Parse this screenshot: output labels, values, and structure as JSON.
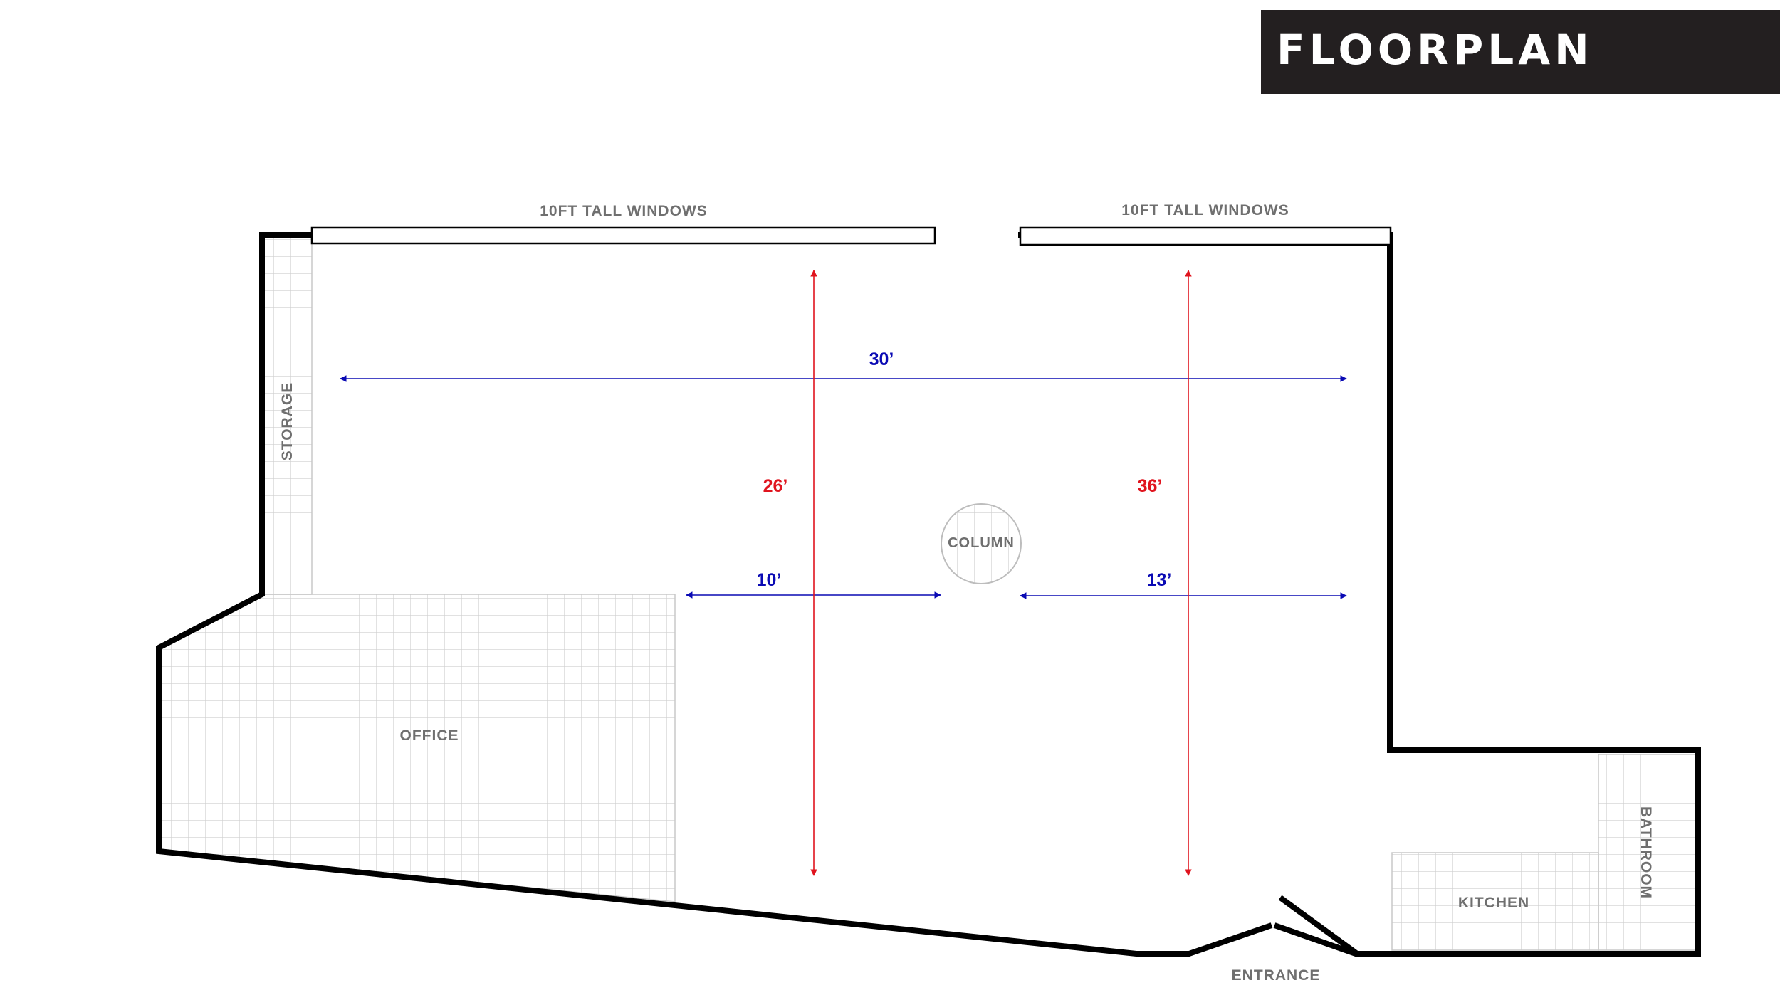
{
  "header": {
    "title": "FLOORPLAN"
  },
  "labels": {
    "window_left": "10FT TALL WINDOWS",
    "window_right": "10FT TALL WINDOWS",
    "storage": "STORAGE",
    "office": "OFFICE",
    "column": "COLUMN",
    "kitchen": "KITCHEN",
    "bathroom": "BATHROOM",
    "entrance": "ENTRANCE"
  },
  "dimensions": {
    "width_total": "30’",
    "height_left": "26’",
    "height_right": "36’",
    "span_left": "10’",
    "span_right": "13’"
  },
  "colors": {
    "wall": "#000000",
    "grid": "#c8c8c8",
    "dimension_horizontal": "#0a0ab4",
    "dimension_vertical": "#e0141e",
    "title_background": "#231f20",
    "label": "#6f6f6f"
  }
}
